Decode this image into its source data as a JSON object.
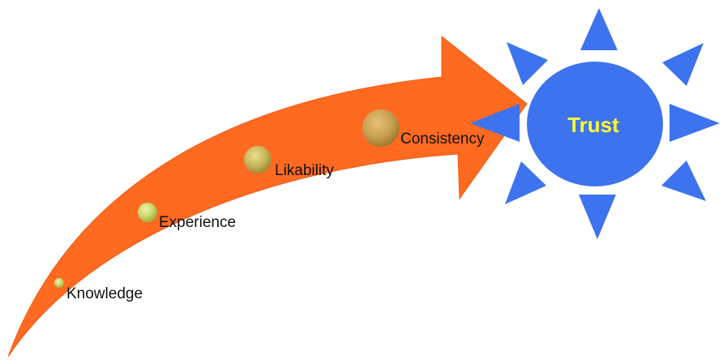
{
  "diagram": {
    "steps": [
      {
        "label": "Knowledge"
      },
      {
        "label": "Experience"
      },
      {
        "label": "Likability"
      },
      {
        "label": "Consistency"
      }
    ],
    "goal": {
      "label": "Trust"
    }
  },
  "colors": {
    "arrow": "#FF6A21",
    "arrow_edge": "#F25A12",
    "sun_body": "#3D73EE",
    "sun_rays": "#3D73EE",
    "trust_text": "#FFFF33",
    "bubble_small": "#C8D46A",
    "bubble_large": "#C8A050",
    "label_text": "#111111"
  }
}
